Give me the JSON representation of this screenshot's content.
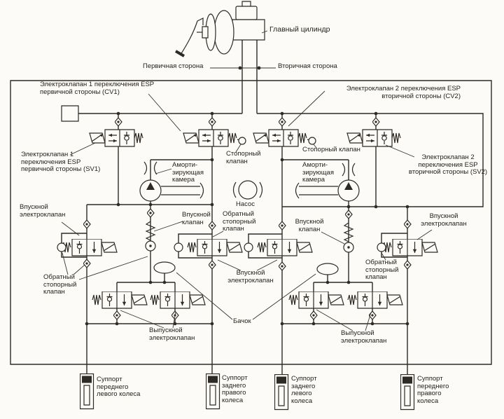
{
  "colors": {
    "line": "#2e2a26",
    "background": "#fcfbf7",
    "text": "#26221d"
  },
  "labels": {
    "master_cylinder": "Главный цилиндр",
    "primary_side": "Первичная сторона",
    "secondary_side": "Вторичная сторона",
    "esp_switch_cv1": "Электроклапан 1 переключения ESP\nпервичной стороны (CV1)",
    "esp_switch_cv2": "Электроклапан 2 переключения ESP\nвторичной стороны (CV2)",
    "esp_switch_sv1": "Электроклапан 1\nпереключения ESP\nпервичной стороны (SV1)",
    "esp_switch_sv2": "Электроклапан 2\nпереключения ESP\nвторичной стороны (SV2)",
    "stop_valve_left": "Стопорный\nклапан",
    "stop_valve_right": "Стопорный клапан",
    "damping_chamber_left": "Аморти-\nзирующая\nкамера",
    "damping_chamber_right": "Аморти-\nзирующая\nкамера",
    "pump": "Насос",
    "return_stop_valve_center": "Обратный\nстопорный\nклапан",
    "return_stop_valve_left": "Обратный\nстопорный\nклапан",
    "return_stop_valve_right": "Обратный\nстопорный\nклапан",
    "suction_valve_left": "Впускной\nклапан",
    "suction_valve_right": "Впускной\nклапан",
    "inlet_solenoid_left": "Впускной\nэлектроклапан",
    "inlet_solenoid_center": "Впускной\nэлектроклапан",
    "inlet_solenoid_right": "Впускной\nэлектроклапан",
    "reservoir": "Бачок",
    "outlet_solenoid_left": "Выпускной\nэлектроклапан",
    "outlet_solenoid_right": "Выпускной\nэлектроклапан",
    "caliper_front_left": "Суппорт\nпереднего\nлевого колеса",
    "caliper_rear_right": "Суппорт\nзаднего\nправого\nколеса",
    "caliper_rear_left": "Суппорт\nзаднего\nлевого\nколеса",
    "caliper_front_right": "Суппорт\nпереднего\nправого\nколеса"
  }
}
